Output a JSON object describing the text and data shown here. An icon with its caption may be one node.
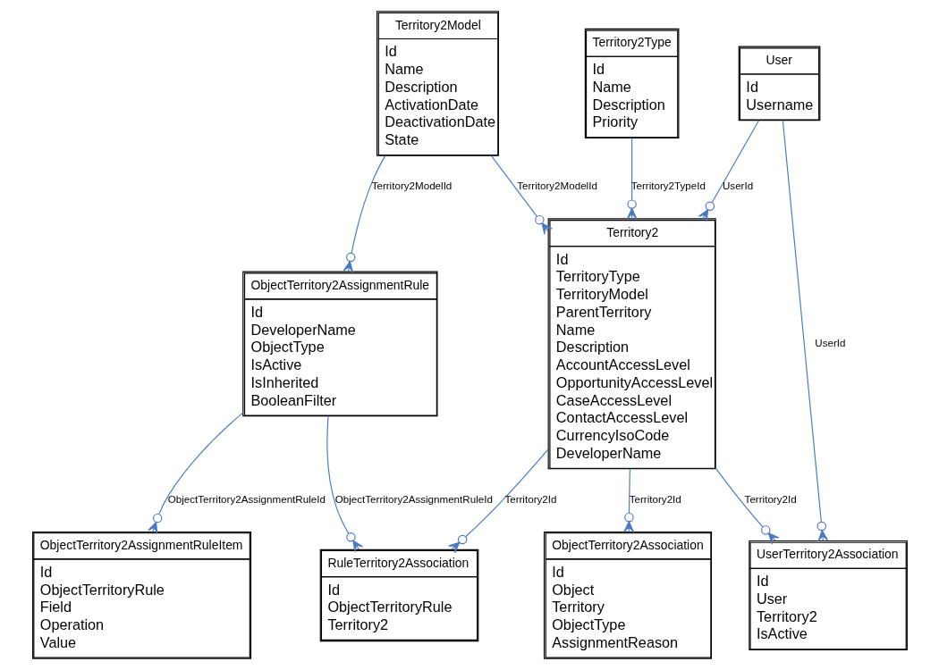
{
  "diagram": {
    "nodes": [
      {
        "text": [
          "Territory2Model",
          "Id",
          "Name",
          "Description",
          "ActivationDate",
          "DeactivationDate",
          "State"
        ]
      },
      {
        "text": [
          "ObjectTerritory2AssignmentRule",
          "Id",
          "DeveloperName",
          "ObjectType",
          "IsActive",
          "IsInherited",
          "BooleanFilter"
        ]
      },
      {
        "text": [
          "Territory2Type",
          "Id",
          "Name",
          "Description",
          "Priority"
        ]
      },
      {
        "text": [
          "Territory2",
          "Id",
          "TerritoryType",
          "TerritoryModel",
          "ParentTerritory",
          "Name",
          "Description",
          "AccountAccessLevel",
          "OpportunityAccessLevel",
          "CaseAccessLevel",
          "ContactAccessLevel",
          "CurrencyIsoCode",
          "DeveloperName"
        ]
      },
      {
        "text": [
          "ObjectTerritory2AssignmentRuleItem",
          "Id",
          "ObjectTerritoryRule",
          "Field",
          "Operation",
          "Value"
        ]
      },
      {
        "text": [
          "RuleTerritory2Association",
          "Id",
          "ObjectTerritoryRule",
          "Territory2"
        ]
      },
      {
        "text": [
          "ObjectTerritory2Association",
          "Id",
          "Object",
          "Territory",
          "ObjectType",
          "AssignmentReason"
        ]
      },
      {
        "text": [
          "UserTerritory2Association",
          "Id",
          "User",
          "Territory2",
          "IsActive"
        ]
      },
      {
        "text": [
          "User",
          "Id",
          "Username"
        ]
      }
    ],
    "edges": [
      {
        "from": 0,
        "to": 1,
        "arrow": "other",
        "label": "Territory2ModelId"
      },
      {
        "from": 0,
        "to": 3,
        "arrow": "other",
        "label": "Territory2ModelId"
      },
      {
        "from": 2,
        "to": 3,
        "arrow": "other",
        "label": "Territory2TypeId"
      },
      {
        "from": 3,
        "to": 6,
        "arrow": "other",
        "label": "Territory2Id"
      },
      {
        "from": 1,
        "to": 5,
        "arrow": "other",
        "label": "ObjectTerritory2AssignmentRuleId"
      },
      {
        "from": 1,
        "to": 4,
        "arrow": "other",
        "label": "ObjectTerritory2AssignmentRuleId"
      },
      {
        "from": 3,
        "to": 5,
        "arrow": "other",
        "label": "Territory2Id"
      },
      {
        "from": 8,
        "to": 3,
        "arrow": "other",
        "label": "UserId"
      },
      {
        "from": 3,
        "to": 7,
        "arrow": "other",
        "label": "Territory2Id"
      },
      {
        "from": 8,
        "to": 7,
        "arrow": "other",
        "label": "UserId"
      }
    ]
  }
}
